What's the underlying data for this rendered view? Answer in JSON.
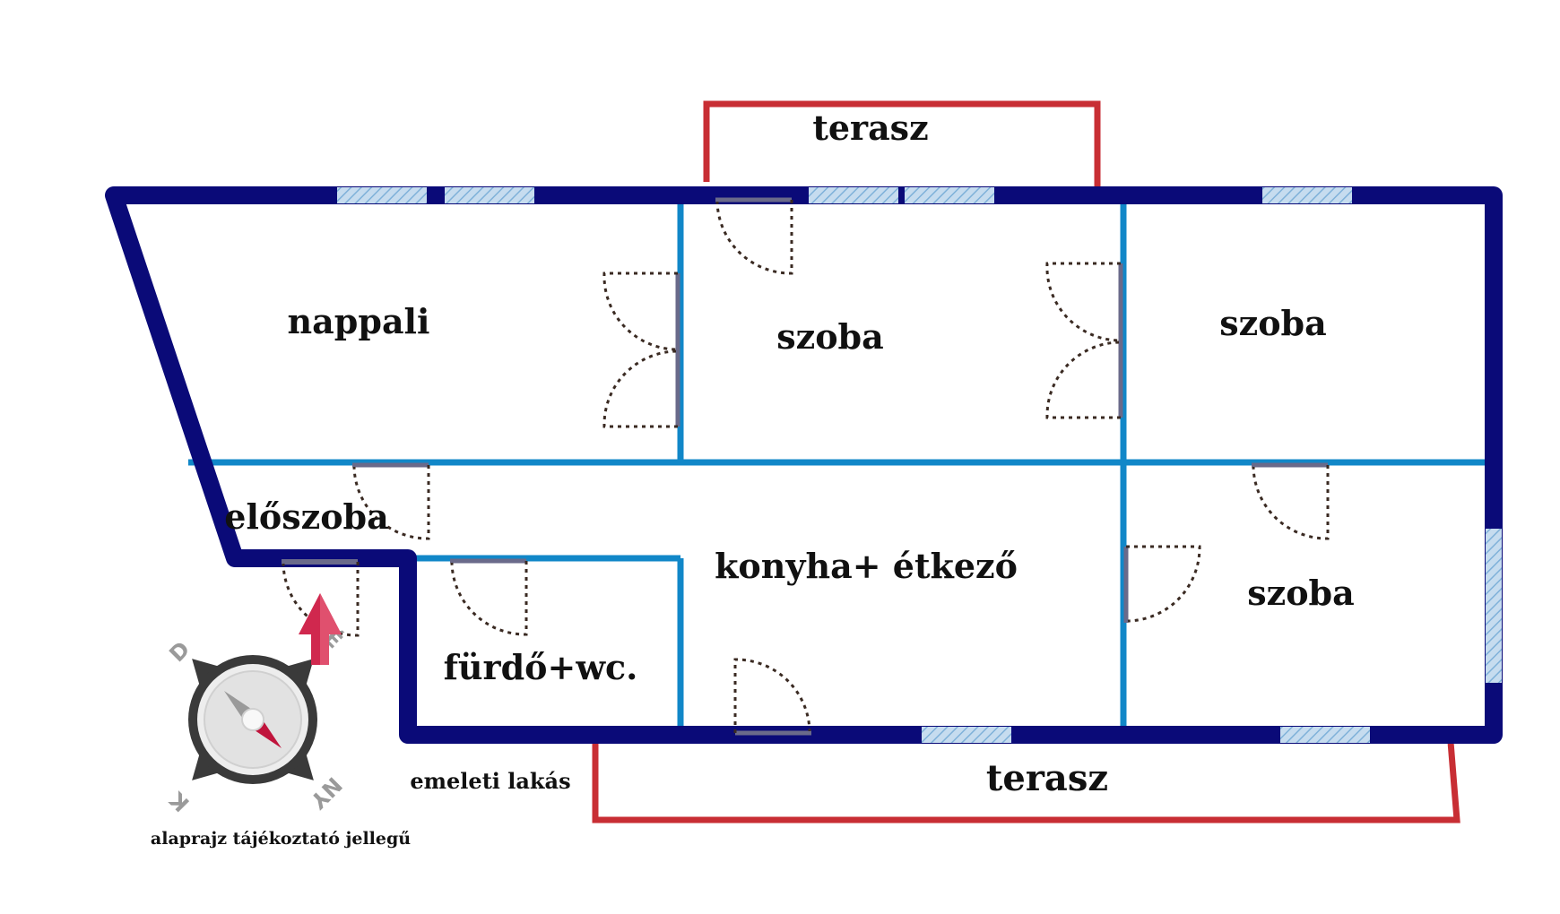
{
  "rooms": {
    "nappali": "nappali",
    "szoba_top_middle": "szoba",
    "szoba_top_right": "szoba",
    "eloszoba": "előszoba",
    "konyha": "konyha+ étkező",
    "furdo": "fürdő+wc.",
    "szoba_bottom_right": "szoba"
  },
  "terraces": {
    "top": "terasz",
    "bottom": "terasz"
  },
  "notes": {
    "floor": "emeleti lakás",
    "disclaimer": "alaprajz tájékoztató jellegű"
  },
  "compass": {
    "north": "É",
    "south": "D",
    "east": "K",
    "west": "NY"
  },
  "colors": {
    "outer_wall": "#0a0a78",
    "inner_wall": "#1187c8",
    "terrace": "#c82e34",
    "window": "#9cc3e2",
    "door_leaf": "#6a6a8a",
    "door_swing": "#3a2a22",
    "north_arrow": "#d0284e"
  },
  "icons": {
    "compass": "compass-icon",
    "north_arrow": "north-arrow-icon"
  }
}
